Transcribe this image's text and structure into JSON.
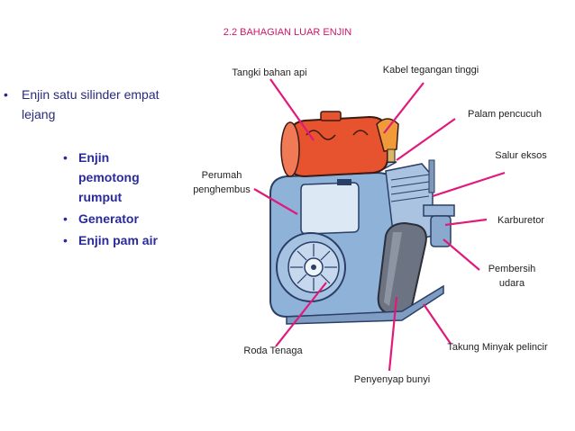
{
  "title": "2.2 BAHAGIAN LUAR ENJIN",
  "main_bullet": "Enjin satu silinder empat lejang",
  "sub_bullets": [
    "Enjin pemotong rumput",
    "Generator",
    "Enjin pam air"
  ],
  "labels": {
    "fuel_tank": "Tangki bahan api",
    "ht_cable": "Kabel tegangan tinggi",
    "spark_plug": "Palam pencucuh",
    "exhaust": "Salur eksos",
    "blower_housing": "Perumah penghembus",
    "carburetor": "Karburetor",
    "air_cleaner": "Pembersih udara",
    "flywheel": "Roda Tenaga",
    "oil_sump": "Takung Minyak pelincir",
    "muffler": "Penyenyap bunyi"
  },
  "colors": {
    "title": "#d0166a",
    "leader": "#e0197a",
    "bullet": "#2a2a9a"
  }
}
